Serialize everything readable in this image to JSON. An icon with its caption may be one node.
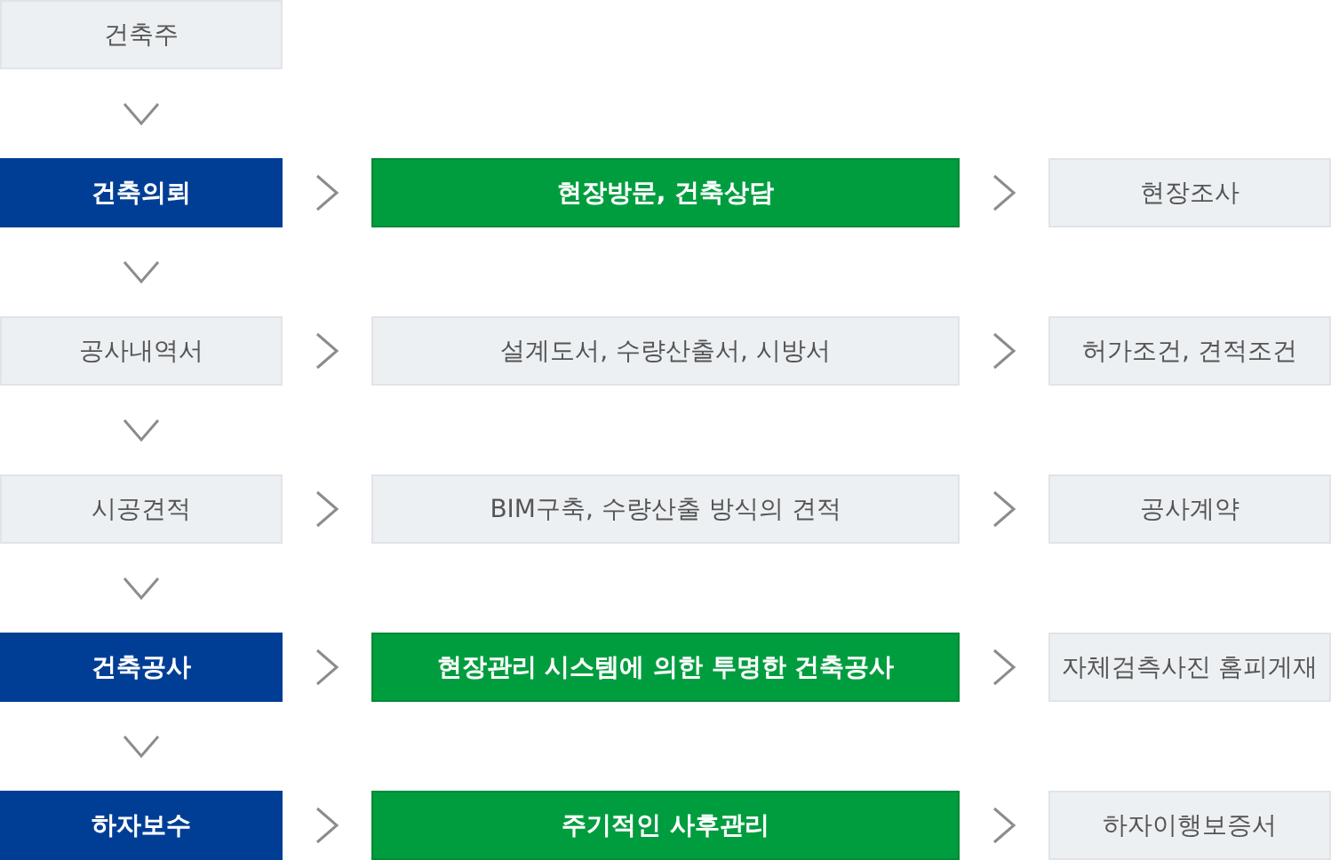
{
  "diagram": {
    "nodes": [
      {
        "text": [
          "건축주"
        ]
      },
      {
        "text": [
          "건축의뢰"
        ]
      },
      {
        "text": [
          "현장방문, 건축상담"
        ]
      },
      {
        "text": [
          "현장조사"
        ]
      },
      {
        "text": [
          "공사내역서"
        ]
      },
      {
        "text": [
          "설계도서, 수량산출서, 시방서"
        ]
      },
      {
        "text": [
          "허가조건, 견적조건"
        ]
      },
      {
        "text": [
          "시공견적"
        ]
      },
      {
        "text": [
          "BIM구축, 수량산출 방식의 견적"
        ]
      },
      {
        "text": [
          "공사계약"
        ]
      },
      {
        "text": [
          "건축공사"
        ]
      },
      {
        "text": [
          "현장관리 시스템에 의한 투명한 건축공사"
        ]
      },
      {
        "text": [
          "자체검측사진 홈피게재"
        ]
      },
      {
        "text": [
          "하자보수"
        ]
      },
      {
        "text": [
          "주기적인 사후관리"
        ]
      },
      {
        "text": [
          "하자이행보증서"
        ]
      }
    ],
    "edges": [
      {
        "from": 0,
        "to": 1,
        "arrow": "to"
      },
      {
        "from": 1,
        "to": 2,
        "arrow": "to"
      },
      {
        "from": 2,
        "to": 3,
        "arrow": "to"
      },
      {
        "from": 1,
        "to": 4,
        "arrow": "to"
      },
      {
        "from": 4,
        "to": 5,
        "arrow": "to"
      },
      {
        "from": 5,
        "to": 6,
        "arrow": "to"
      },
      {
        "from": 4,
        "to": 7,
        "arrow": "to"
      },
      {
        "from": 7,
        "to": 8,
        "arrow": "to"
      },
      {
        "from": 8,
        "to": 9,
        "arrow": "to"
      },
      {
        "from": 7,
        "to": 10,
        "arrow": "to"
      },
      {
        "from": 10,
        "to": 11,
        "arrow": "to"
      },
      {
        "from": 11,
        "to": 12,
        "arrow": "to"
      },
      {
        "from": 10,
        "to": 13,
        "arrow": "to"
      },
      {
        "from": 13,
        "to": 14,
        "arrow": "to"
      },
      {
        "from": 14,
        "to": 15,
        "arrow": "to"
      }
    ]
  }
}
